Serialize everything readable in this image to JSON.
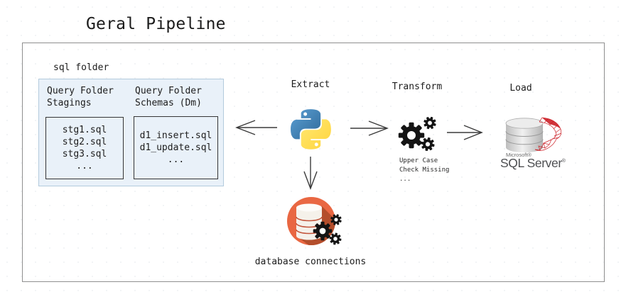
{
  "title": "Geral Pipeline",
  "sql_folder": {
    "label": "sql folder",
    "stagings": {
      "title": "Query Folder\nStagings",
      "files": [
        "stg1.sql",
        "stg2.sql",
        "stg3.sql",
        "..."
      ]
    },
    "schemas": {
      "title": "Query Folder\nSchemas (Dm)",
      "files": [
        "d1_insert.sql",
        "d1_update.sql",
        "..."
      ]
    }
  },
  "stages": {
    "extract": {
      "label": "Extract",
      "icon": "python-logo"
    },
    "transform": {
      "label": "Transform",
      "icon": "gears-icon",
      "operations": [
        "Upper Case",
        "Check Missing",
        "..."
      ]
    },
    "load": {
      "label": "Load",
      "icon": "sql-server-logo",
      "brand_small": "Microsoft®",
      "brand_large": "SQL Server",
      "brand_reg": "®"
    }
  },
  "database": {
    "label": "database connections",
    "icon": "database-gears-icon"
  },
  "colors": {
    "sql_folder_bg": "#e9f1f9",
    "sql_folder_border": "#b3cbdd",
    "box_border": "#353535",
    "outer_border": "#8f8f8f",
    "python_blue": "#306998",
    "python_yellow": "#FFD43B",
    "db_orange": "#E96742",
    "db_shadow": "#B44E2C",
    "sqlserver_red": "#CC2027",
    "arrow": "#3a3a3a"
  }
}
